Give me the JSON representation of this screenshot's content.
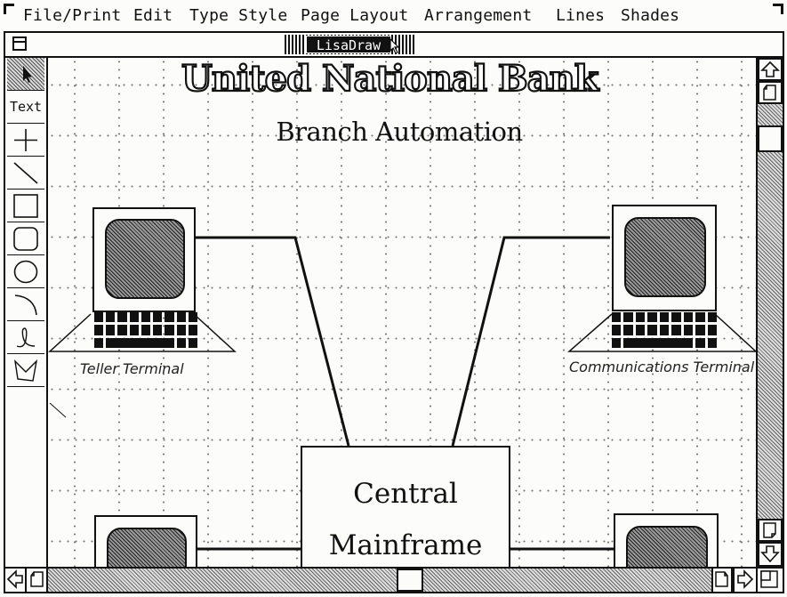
{
  "menubar": {
    "items": [
      "File/Print",
      "Edit",
      "Type Style",
      "Page Layout",
      "Arrangement",
      "Lines",
      "Shades"
    ]
  },
  "window": {
    "title": "LisaDraw"
  },
  "palette": {
    "tools": [
      "arrow-tool",
      "text-tool",
      "orthogonal-line-tool",
      "diagonal-line-tool",
      "rectangle-tool",
      "rounded-rectangle-tool",
      "oval-tool",
      "arc-tool",
      "freehand-tool",
      "polygon-tool"
    ],
    "text_tool_label": "Text",
    "selected_tool": "arrow-tool"
  },
  "drawing": {
    "title": "United National Bank",
    "subtitle": "Branch Automation",
    "terminals": [
      {
        "label": "Teller Terminal"
      },
      {
        "label": "Communications Terminal"
      }
    ],
    "mainframe": {
      "line1": "Central",
      "line2": "Mainframe"
    }
  },
  "scrollbars": {
    "vertical_icons": [
      "up-arrow-icon",
      "page-up-icon",
      "page-down-icon",
      "down-arrow-icon"
    ],
    "horizontal_icons": [
      "left-arrow-icon",
      "page-left-icon",
      "page-right-icon",
      "right-arrow-icon",
      "size-box-icon"
    ]
  },
  "colors": {
    "ink": "#111111",
    "paper": "#fcfcfb",
    "pattern": "#9a9a9a"
  }
}
